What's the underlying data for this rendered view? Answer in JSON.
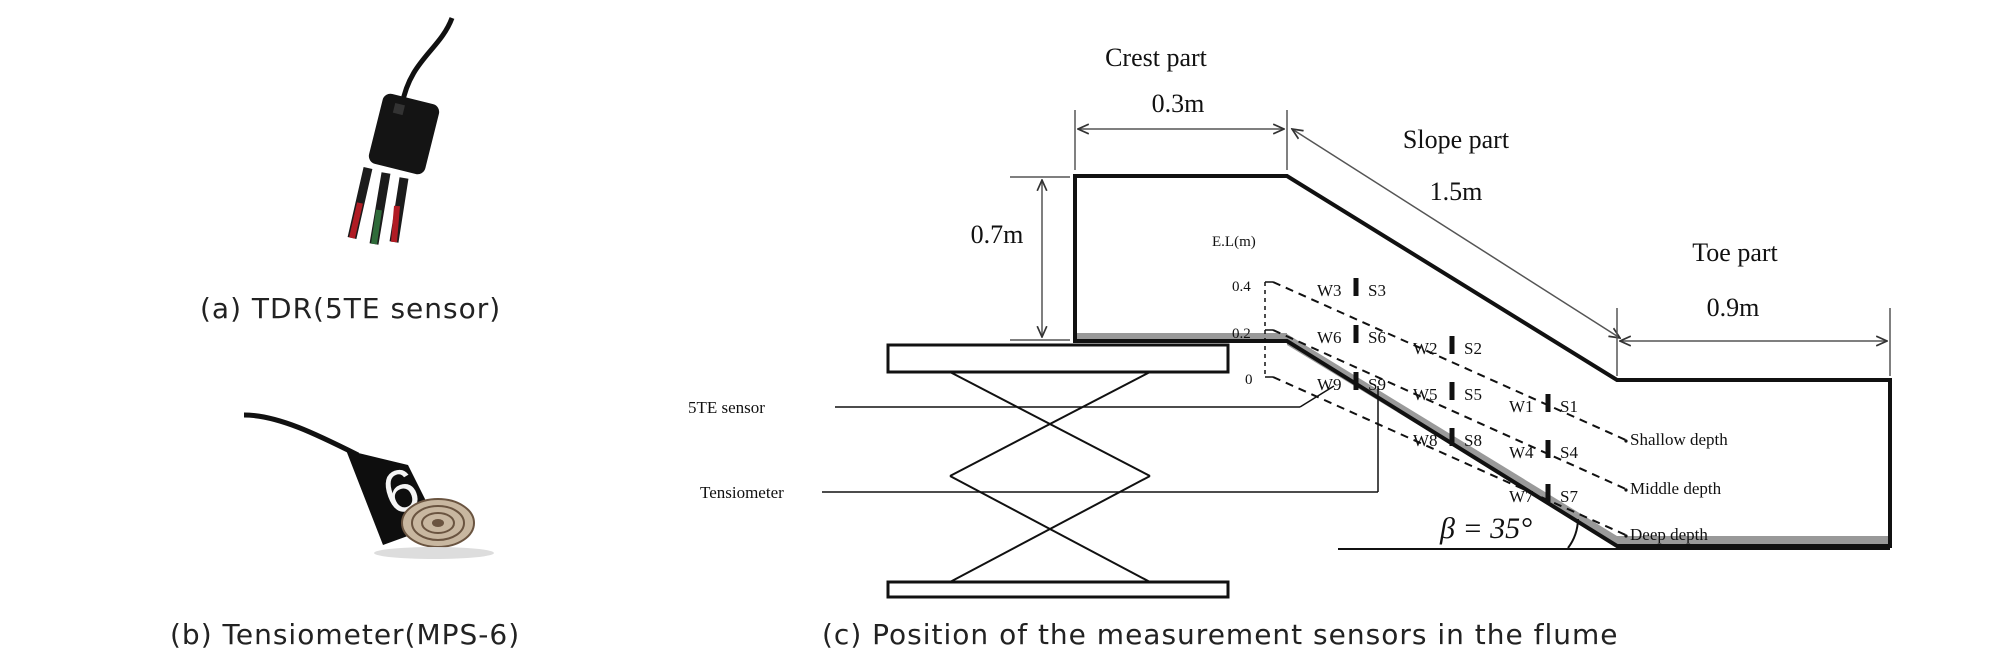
{
  "panels": {
    "a": {
      "caption": "(a) TDR(5TE sensor)",
      "image_name": "tdr-5te-sensor-photo"
    },
    "b": {
      "caption": "(b) Tensiometer(MPS-6)",
      "image_name": "tensiometer-mps6-photo",
      "device_mark": "6"
    },
    "c": {
      "caption": "(c) Position of the measurement sensors in the flume"
    }
  },
  "flume": {
    "crest": {
      "title": "Crest part",
      "width": "0.3m",
      "height": "0.7m"
    },
    "slope": {
      "title": "Slope part",
      "length": "1.5m",
      "angle": "β = 35°"
    },
    "toe": {
      "title": "Toe part",
      "width": "0.9m"
    },
    "elevation": {
      "title": "E.L(m)",
      "ticks": [
        "0.4",
        "0.2",
        "0"
      ]
    },
    "sensors": {
      "w": [
        "W1",
        "W2",
        "W3",
        "W4",
        "W5",
        "W6",
        "W7",
        "W8",
        "W9"
      ],
      "s": [
        "S1",
        "S2",
        "S3",
        "S4",
        "S5",
        "S6",
        "S7",
        "S8",
        "S9"
      ]
    },
    "legend": {
      "tdr": "5TE sensor",
      "tensiometer": "Tensiometer"
    },
    "depths": {
      "shallow": "Shallow depth",
      "middle": "Middle depth",
      "deep": "Deep depth"
    }
  }
}
